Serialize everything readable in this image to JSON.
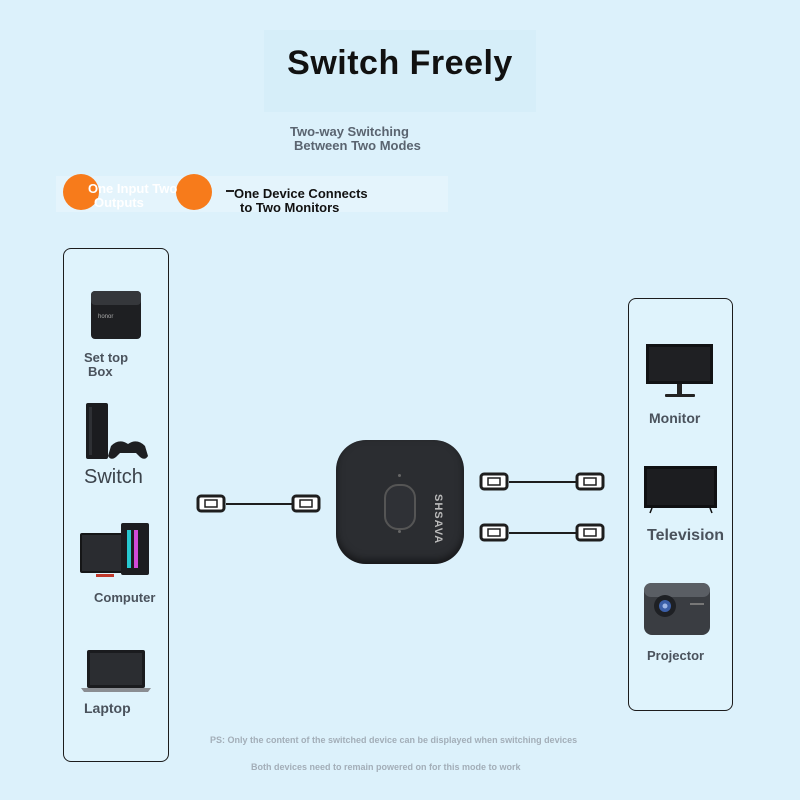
{
  "header": {
    "title": "Switch Freely",
    "subtitle_line1": "Two-way Switching",
    "subtitle_line2": "Between Two Modes"
  },
  "modes": {
    "mode_a_line1": "One Input Two",
    "mode_a_line2": "Outputs",
    "mode_b_line1": "One Device Connects",
    "mode_b_line2": "to Two Monitors"
  },
  "inputs": {
    "set_top_box_line1": "Set top",
    "set_top_box_line2": "Box",
    "switch": "Switch",
    "computer": "Computer",
    "laptop": "Laptop"
  },
  "outputs": {
    "monitor": "Monitor",
    "television": "Television",
    "projector": "Projector"
  },
  "device": {
    "brand": "SHSAVA"
  },
  "notes": {
    "ps": "PS: Only the content of the switched device can be displayed when switching devices",
    "power": "Both devices need to remain powered on for this mode to work"
  },
  "colors": {
    "background": "#dcf1fb",
    "accent_orange": "#f77b1b",
    "device_black": "#2b2d31"
  }
}
